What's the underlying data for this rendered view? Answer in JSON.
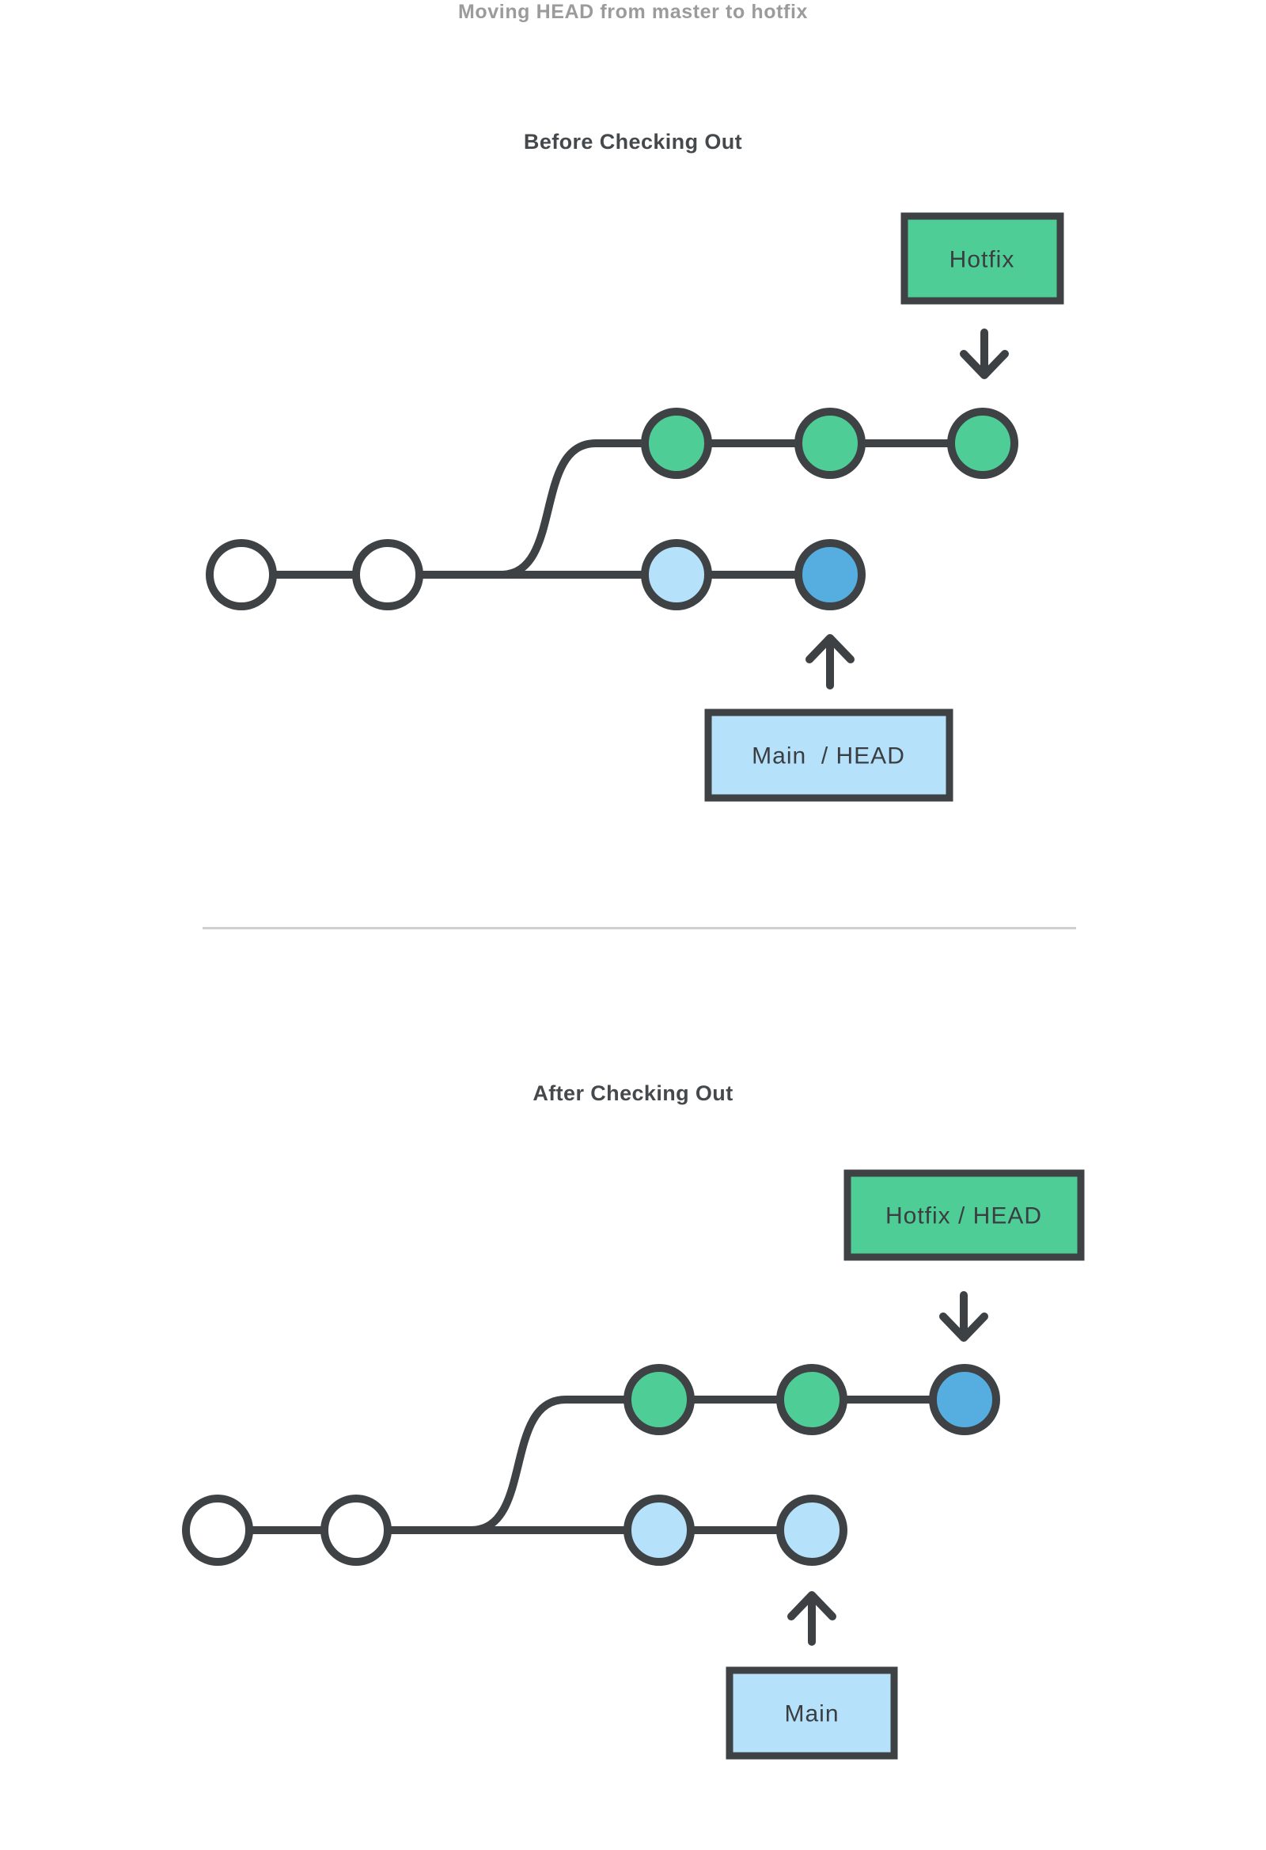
{
  "page": {
    "title": "Moving HEAD from master to hotfix"
  },
  "colors": {
    "green": "#4ecd97",
    "light_blue": "#b5e1fa",
    "blue": "#55ade0",
    "white": "#ffffff",
    "stroke": "#3e4245",
    "title_gray": "#9b9b9b",
    "heading_gray": "#45494c",
    "divider_gray": "#cfcfcf",
    "label_text": "#3a3e41"
  },
  "before": {
    "heading": "Before Checking Out",
    "hotfix_branch": {
      "label": "Hotfix",
      "commits": [
        "green",
        "green",
        "green"
      ]
    },
    "main_branch": {
      "label": "Main  / HEAD",
      "commits": [
        "white",
        "white",
        "light_blue",
        "blue"
      ]
    },
    "head_on": "main"
  },
  "after": {
    "heading": "After Checking Out",
    "hotfix_branch": {
      "label": "Hotfix / HEAD",
      "commits": [
        "green",
        "green",
        "blue"
      ]
    },
    "main_branch": {
      "label": "Main",
      "commits": [
        "white",
        "white",
        "light_blue",
        "light_blue"
      ]
    },
    "head_on": "hotfix"
  }
}
